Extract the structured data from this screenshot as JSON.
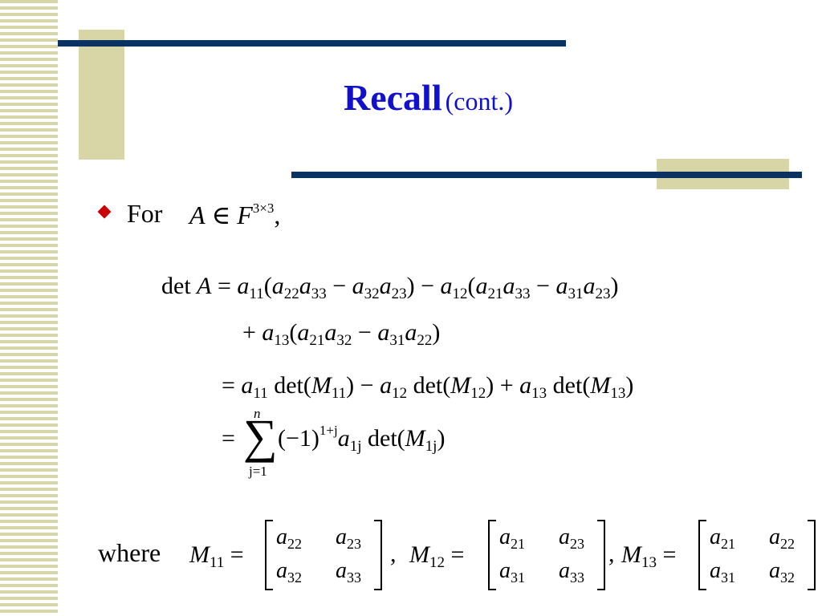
{
  "title": {
    "main": "Recall",
    "sub": "(cont.)"
  },
  "bullet": {
    "lead": "For",
    "set_symbol": "∈",
    "field": "F",
    "dim": "3×3"
  },
  "equations": {
    "det": "det",
    "A": "A",
    "line1_a": "a",
    "line1_i1": "11",
    "line1_p1": "(a",
    "i22": "22",
    "i33": "33",
    "i32": "32",
    "i23": "23",
    "i12": "12",
    "i21": "21",
    "i31": "31",
    "i13": "13",
    "line4_exp": "1+j",
    "line4_sub1j": "1j",
    "sum_top": "n",
    "sum_bottom": "j=1",
    "minus_one": "(−1)"
  },
  "where": {
    "label": "where",
    "m11": {
      "label": "M",
      "sub": "11",
      "cells": [
        "a",
        "a",
        "a",
        "a"
      ],
      "subs": [
        "22",
        "23",
        "32",
        "33"
      ]
    },
    "m12": {
      "label": "M",
      "sub": "12",
      "subs": [
        "21",
        "23",
        "31",
        "33"
      ]
    },
    "m13": {
      "label": "M",
      "sub": "13",
      "subs": [
        "21",
        "22",
        "31",
        "32"
      ]
    }
  }
}
